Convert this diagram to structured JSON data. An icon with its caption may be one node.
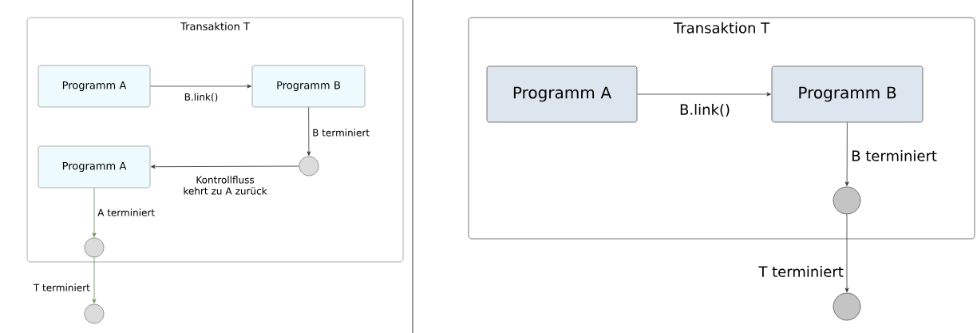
{
  "diagram": {
    "nodes": [
      {
        "text": [
          "Transaktion T"
        ]
      },
      {
        "text": [
          "Programm A"
        ],
        "in": 0
      },
      {
        "text": [
          "Programm B"
        ],
        "in": 0
      },
      {
        "text": [],
        "shape": "circle",
        "in": 0
      },
      {
        "text": [
          "Programm A"
        ],
        "in": 0
      },
      {
        "text": [],
        "shape": "circle",
        "in": 0
      },
      {
        "text": [],
        "shape": "circle"
      },
      {
        "text": [
          "Transaktion T"
        ]
      },
      {
        "text": [
          "Programm A"
        ],
        "in": 7
      },
      {
        "text": [
          "Programm B"
        ],
        "in": 7
      },
      {
        "text": [],
        "shape": "circle",
        "in": 7
      },
      {
        "text": [],
        "shape": "circle"
      }
    ],
    "edges": [
      {
        "from": 1,
        "to": 2,
        "arrow": "to",
        "label": "B.link()"
      },
      {
        "from": 2,
        "to": 3,
        "arrow": "to",
        "label": "B terminiert"
      },
      {
        "from": 3,
        "to": 4,
        "arrow": "to",
        "label": "Kontrollfluss kehrt zu A zurück"
      },
      {
        "from": 4,
        "to": 5,
        "arrow": "to",
        "label": "A terminiert",
        "color": "#6f8a5c"
      },
      {
        "from": 5,
        "to": 6,
        "arrow": "to",
        "label": "T terminiert",
        "color": "#6f8a5c"
      },
      {
        "from": 8,
        "to": 9,
        "arrow": "to",
        "label": "B.link()"
      },
      {
        "from": 9,
        "to": 10,
        "arrow": "to",
        "label": "B terminiert"
      },
      {
        "from": 10,
        "to": 11,
        "arrow": "to",
        "label": "T terminiert"
      }
    ]
  }
}
